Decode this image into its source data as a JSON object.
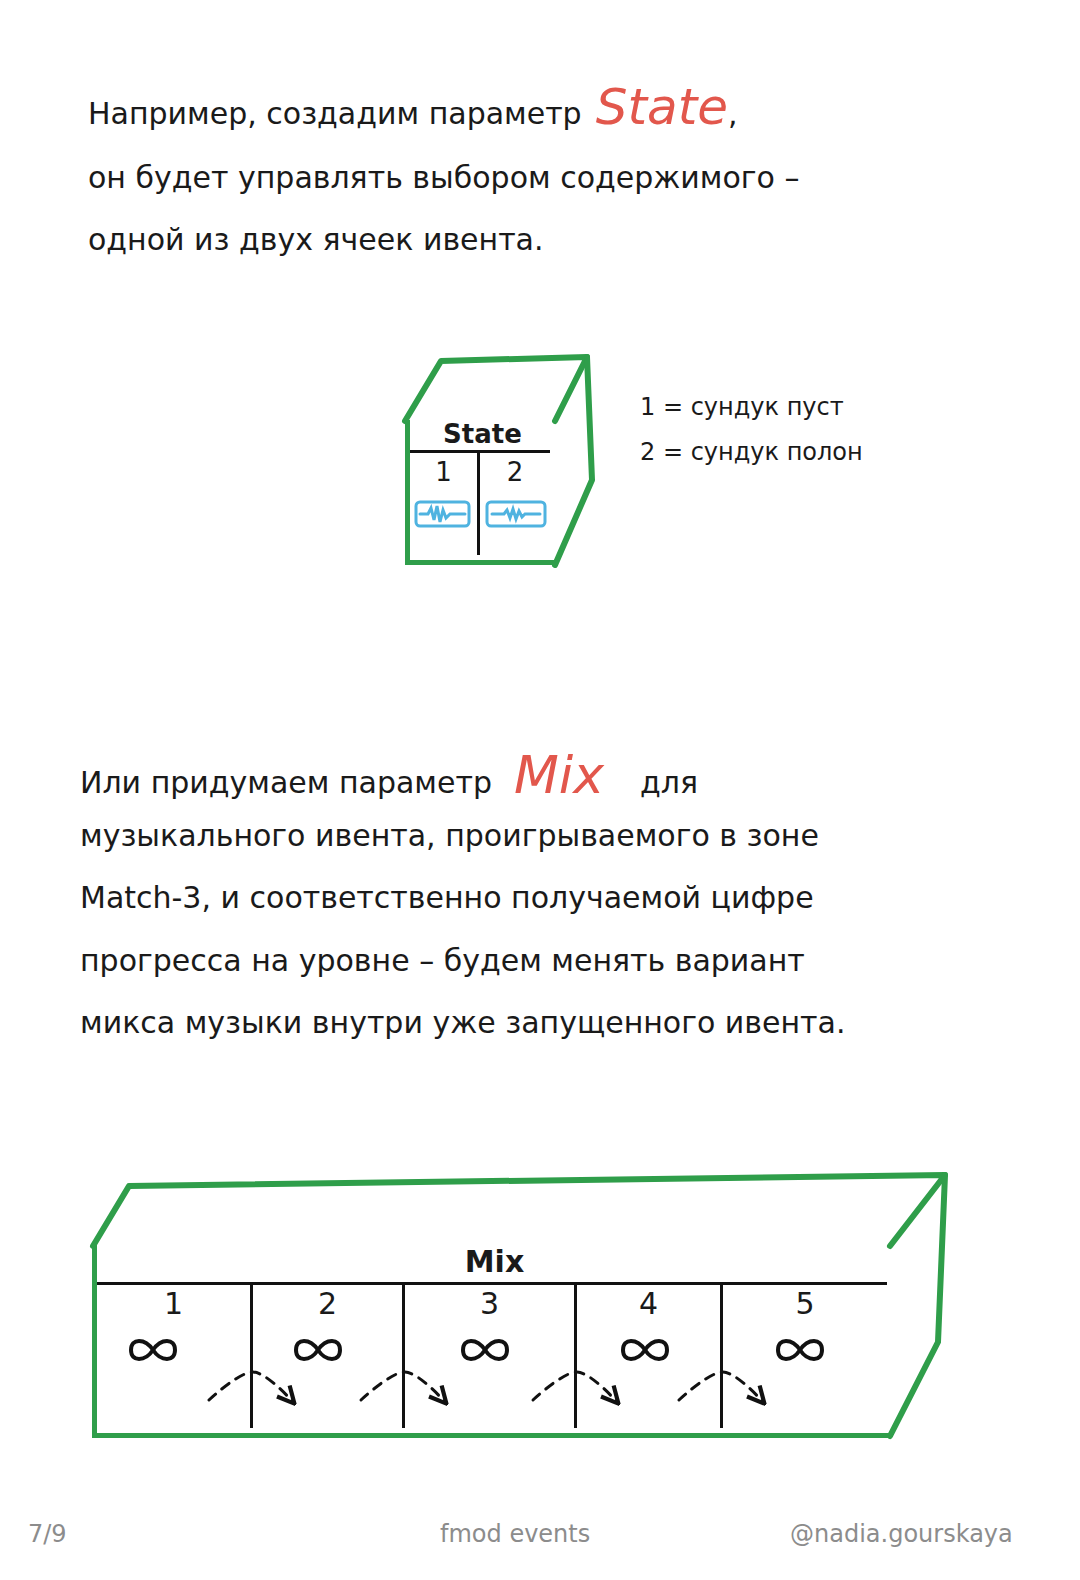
{
  "diagram": {
    "nodes": [
      {
        "text": [
          "State"
        ]
      },
      {
        "text": [
          "1"
        ],
        "in": 0
      },
      {
        "text": [
          "2"
        ],
        "in": 0
      },
      {
        "text": [
          "Mix"
        ]
      },
      {
        "text": [
          "1"
        ],
        "in": 3
      },
      {
        "text": [
          "2"
        ],
        "in": 3
      },
      {
        "text": [
          "3"
        ],
        "in": 3
      },
      {
        "text": [
          "4"
        ],
        "in": 3
      },
      {
        "text": [
          "5"
        ],
        "in": 3
      }
    ],
    "edges": [
      {
        "from": 4,
        "to": 5,
        "arrow": "to"
      },
      {
        "from": 5,
        "to": 6,
        "arrow": "to"
      },
      {
        "from": 6,
        "to": 7,
        "arrow": "to"
      },
      {
        "from": 7,
        "to": 8,
        "arrow": "to"
      }
    ],
    "labels": [
      "Например, создадим параметр",
      "State",
      ",",
      "он будет управлять выбором содержимого –",
      "одной из двух ячеек ивента.",
      "1 = сундук пуст",
      "2 = сундук полон",
      "Или придумаем параметр",
      "Mix",
      "для",
      "музыкального ивента, проигрываемого в зоне",
      "Match-3, и соответственно получаемой цифре",
      "прогресса на уровне – будем менять вариант",
      "микса музыки внутри уже запущенного ивента.",
      "7/9",
      "fmod events",
      "@nadia.gourskaya"
    ]
  }
}
